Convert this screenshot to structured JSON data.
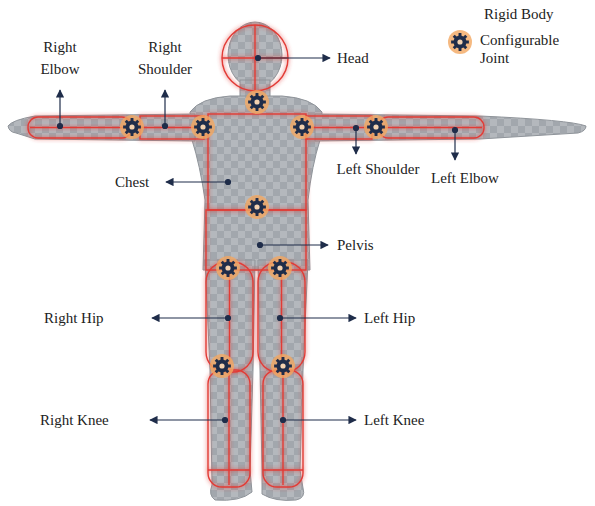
{
  "diagram": {
    "labels": [
      "Right Elbow",
      "Right Shoulder",
      "Head",
      "Chest",
      "Left Shoulder",
      "Left Elbow",
      "Pelvis",
      "Right Hip",
      "Left Hip",
      "Right Knee",
      "Left Knee"
    ],
    "legend": [
      {
        "text": "Rigid Body"
      },
      {
        "text": "Configurable Joint"
      }
    ]
  }
}
